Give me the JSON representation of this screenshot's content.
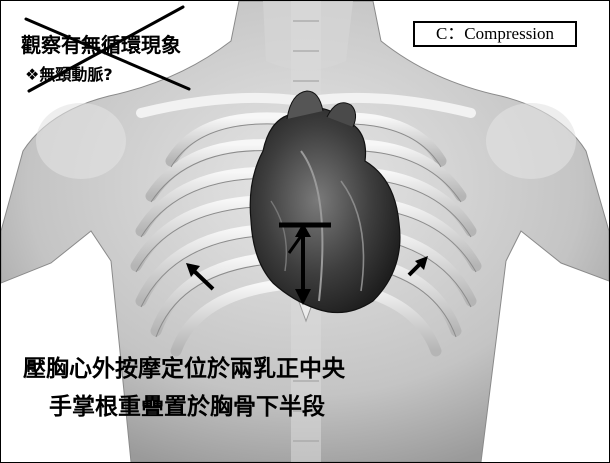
{
  "title_box": {
    "text": "C：Compression"
  },
  "crossed_note": {
    "line1": "觀察有無循環現象",
    "line2": "❖無頸動脈?"
  },
  "instructions": {
    "line1": "壓胸心外按摩定位於兩乳正中央",
    "line2": "手掌根重疊置於胸骨下半段"
  },
  "colors": {
    "border": "#000000",
    "body_skin": "#c9c9c9",
    "ribs": "#efefef",
    "heart": "#3a3a3a",
    "arrow": "#000000"
  },
  "icons": {
    "down_arrow": "arrow-down-icon",
    "left_arrow": "arrow-up-left-icon",
    "right_arrow": "arrow-up-right-icon",
    "cross": "cross-out-icon"
  }
}
